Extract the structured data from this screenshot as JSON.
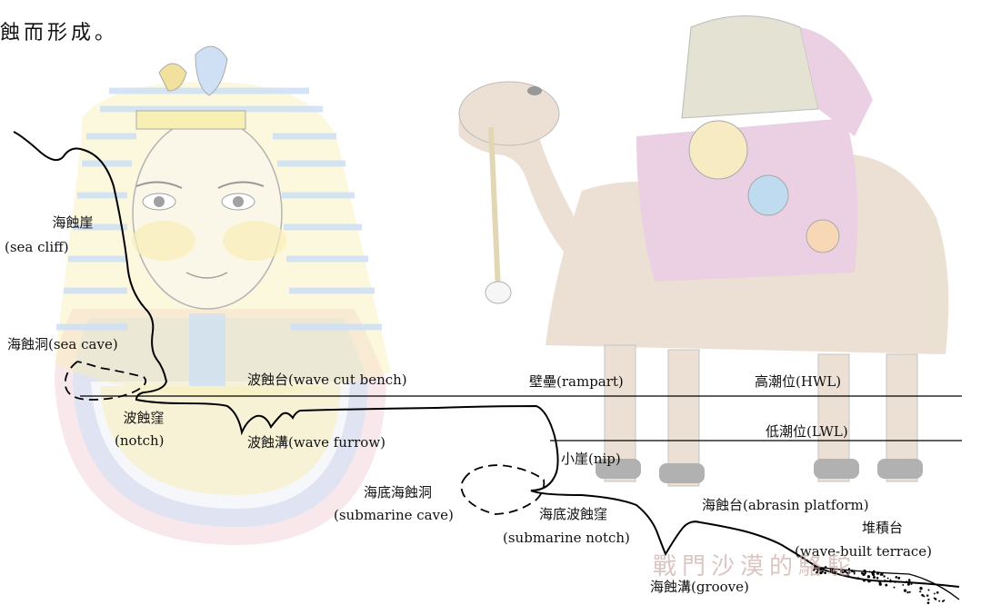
{
  "header": {
    "text": "蝕而形成。"
  },
  "watermark": "戰門沙漠的駱駝",
  "labels": {
    "sea_cliff_zh": "海蝕崖",
    "sea_cliff_en": "(sea cliff)",
    "sea_cave": "海蝕洞(sea cave)",
    "wave_cut_bench": "波蝕台(wave cut bench)",
    "rampart": "壁壘(rampart)",
    "hwl": "高潮位(HWL)",
    "lwl": "低潮位(LWL)",
    "notch_zh": "波蝕窪",
    "notch_en": "(notch)",
    "wave_furrow": "波蝕溝(wave furrow)",
    "nip": "小崖(nip)",
    "submarine_cave_zh": "海底海蝕洞",
    "submarine_cave_en": "(submarine cave)",
    "submarine_notch_zh": "海底波蝕窪",
    "submarine_notch_en": "(submarine notch)",
    "abrasion_platform": "海蝕台(abrasin platform)",
    "wave_built_zh": "堆積台",
    "wave_built_en": "(wave-built terrace)",
    "groove": "海蝕溝(groove)"
  },
  "colors": {
    "line": "#000000",
    "sketch_pharaoh_stripes": [
      "#f3e27a",
      "#a9c8ec",
      "#e9a9b8",
      "#c9c9d8"
    ],
    "sketch_camel": "#d8c3a8",
    "sketch_blanket": "#d9a3c9"
  }
}
